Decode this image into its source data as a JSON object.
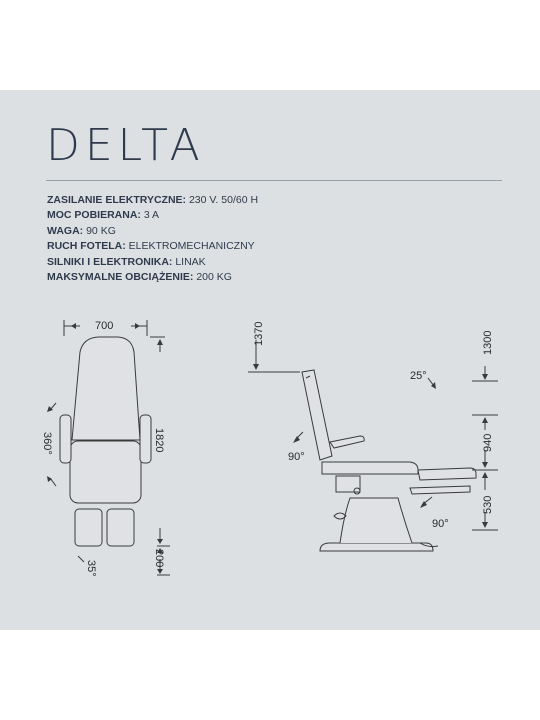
{
  "product": {
    "name": "DELTA"
  },
  "specs": [
    {
      "label": "ZASILANIE ELEKTRYCZNE:",
      "value": "230 V. 50/60 H"
    },
    {
      "label": "MOC POBIERANA:",
      "value": "3 A"
    },
    {
      "label": "WAGA:",
      "value": "90 KG"
    },
    {
      "label": "RUCH FOTELA:",
      "value": "ELEKTROMECHANICZNY"
    },
    {
      "label": "SILNIKI I ELEKTRONIKA:",
      "value": "LINAK"
    },
    {
      "label": "MAKSYMALNE OBCIĄŻENIE:",
      "value": "200 KG"
    }
  ],
  "top_view": {
    "width": "700",
    "length": "1820",
    "rotation": "360°",
    "footrest_length": "200",
    "footrest_angle": "35°"
  },
  "side_view": {
    "seat_height": "1370",
    "backrest_angle": "25°",
    "armrest_angle": "90°",
    "legrest_angle": "90°",
    "height_max": "1300",
    "height_mid": "940",
    "height_min": "530"
  },
  "colors": {
    "panel": "#dde0e3",
    "title": "#2f3b4c",
    "line": "#3a3a3a"
  }
}
